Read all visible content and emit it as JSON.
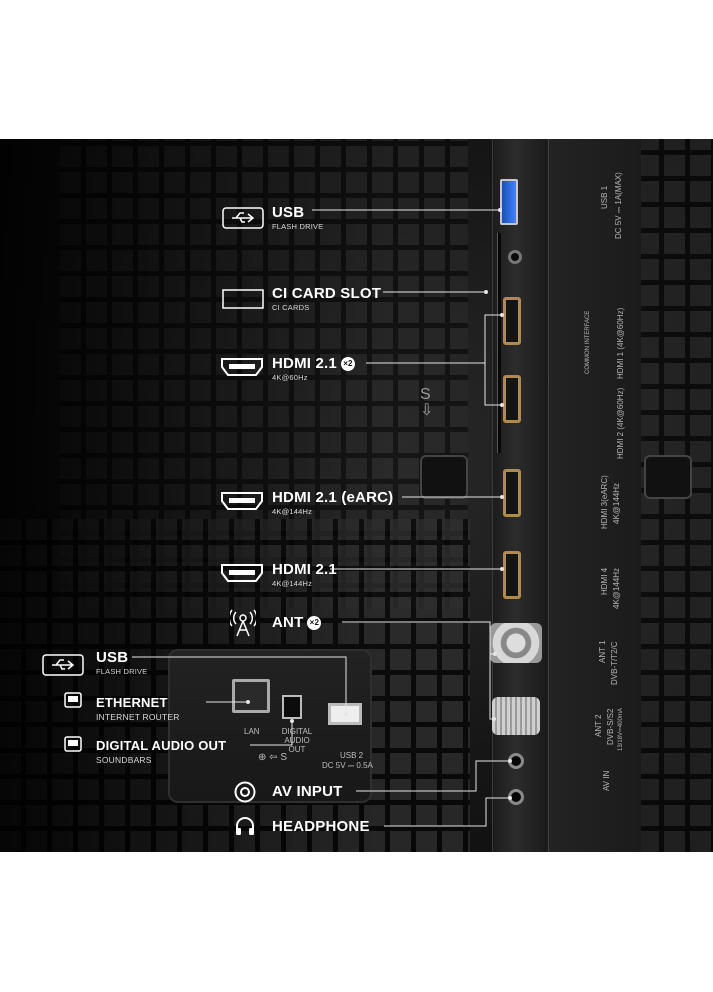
{
  "labels": [
    {
      "id": "usb-top",
      "title": "USB",
      "sub": "FLASH DRIVE"
    },
    {
      "id": "ci",
      "title": "CI CARD SLOT",
      "sub": "CI CARDS"
    },
    {
      "id": "hdmi21x2",
      "title": "HDMI 2.1",
      "sub": "4K@60Hz",
      "badge": "×2"
    },
    {
      "id": "hdmiearc",
      "title": "HDMI 2.1 (eARC)",
      "sub": "4K@144Hz"
    },
    {
      "id": "hdmi21",
      "title": "HDMI 2.1",
      "sub": "4K@144Hz"
    },
    {
      "id": "ant",
      "title": "ANT",
      "badge": "×2"
    },
    {
      "id": "usb-bottom",
      "title": "USB",
      "sub": "FLASH DRIVE"
    },
    {
      "id": "ethernet",
      "title": "ETHERNET",
      "sub": "INTERNET ROUTER"
    },
    {
      "id": "digital",
      "title": "DIGITAL AUDIO OUT",
      "sub": "SOUNDBARS"
    },
    {
      "id": "av",
      "title": "AV INPUT"
    },
    {
      "id": "headphone",
      "title": "HEADPHONE"
    }
  ],
  "panel_print": {
    "usb1": "USB 1",
    "usb1_spec": "DC 5V ⎓ 1A(MAX)",
    "common_interface": "COMMON INTERFACE",
    "hdmi1": "HDMI 1 (4K@60Hz)",
    "hdmi2": "HDMI 2 (4K@60Hz)",
    "hdmi3": "HDMI 3(eARC)",
    "hdmi3_spec": "4K@144Hz",
    "hdmi4": "HDMI 4",
    "hdmi4_spec": "4K@144Hz",
    "ant1": "ANT 1",
    "ant1_spec": "DVB-T/T2/C",
    "ant2": "ANT 2",
    "ant2_spec": "DVB-S/S2",
    "ant2_power": "13/18V⎓400mA",
    "av_in": "AV IN",
    "lan": "LAN",
    "digital_audio_out": "DIGITAL AUDIO OUT",
    "usb2": "USB 2",
    "usb2_spec": "DC 5V ⎓ 0.5A",
    "s_mark": "S",
    "s_mark_bottom": "S"
  },
  "colors": {
    "background": "#0b0b0b",
    "text": "#ffffff",
    "lines": "#e6e6e6",
    "usb_port": "#2f6ee8"
  },
  "icons": [
    "usb-icon",
    "ci-card-icon",
    "hdmi-icon",
    "antenna-icon",
    "ethernet-icon",
    "optical-icon",
    "av-icon",
    "headphone-icon"
  ]
}
